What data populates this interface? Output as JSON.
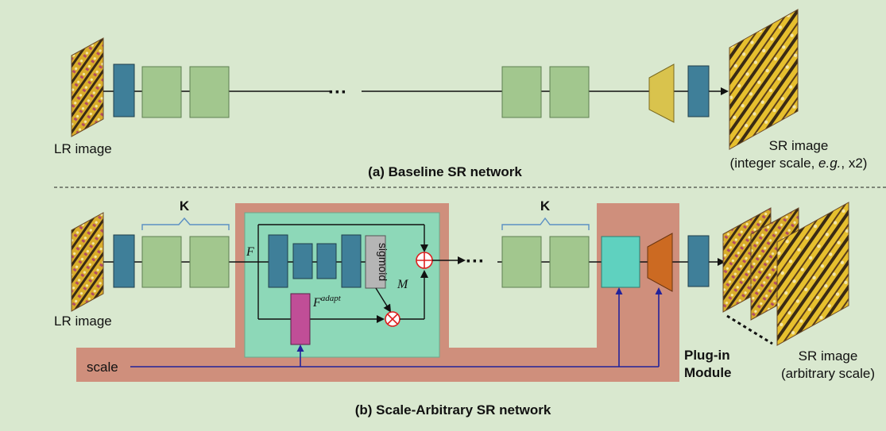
{
  "panel_a": {
    "input_label": "LR image",
    "ellipsis": "···",
    "output_label_line1": "SR image",
    "output_label_line2_prefix": "(integer scale, ",
    "output_label_line2_em": "e.g.",
    "output_label_line2_suffix": ", x2)",
    "caption": "(a) Baseline SR network"
  },
  "panel_b": {
    "input_label": "LR image",
    "k_label_left": "K",
    "k_label_right": "K",
    "f_label": "F",
    "sigmoid_label": "sigmoid",
    "m_label": "M",
    "f_adapt_base": "F",
    "f_adapt_sup": "adapt",
    "ellipsis": "···",
    "scale_label": "scale",
    "plugin_line1": "Plug-in",
    "plugin_line2": "Module",
    "output_label_line1": "SR image",
    "output_label_line2": "(arbitrary scale)",
    "caption": "(b) Scale-Arbitrary SR network"
  },
  "colors": {
    "background": "#d9e8cf",
    "dark_blue_block": "#3f7f99",
    "green_block": "#a2c78e",
    "upsampler_yellow": "#d9c34d",
    "plugin_salmon": "#cf8f7c",
    "adapt_mint": "#8dd8b8",
    "teal_block": "#5fd1bf",
    "orange_upsampler": "#cc6a22",
    "magenta_block": "#c04e97",
    "sigmoid_gray": "#b5b5b5",
    "op_red": "#dd1f1f",
    "scale_line_navy": "#22229a",
    "k_brace_blue": "#5b8fc4"
  }
}
